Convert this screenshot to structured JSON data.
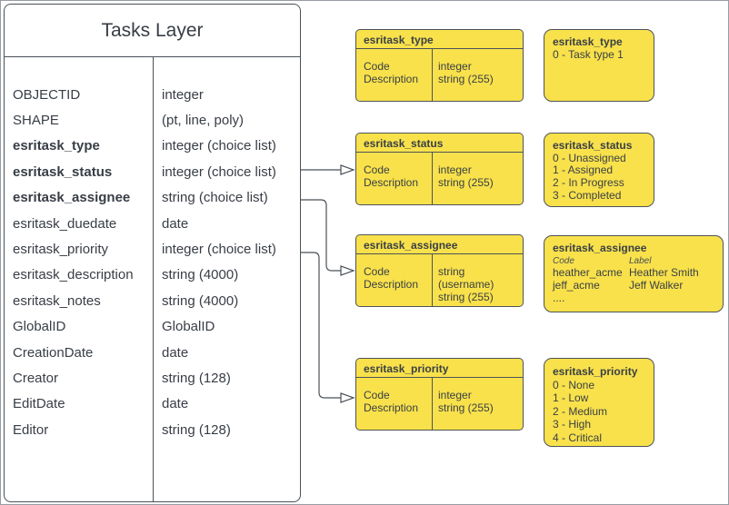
{
  "colors": {
    "node_fill": "#f8e14b",
    "node_border": "#4d5359",
    "text": "#383d45",
    "canvas_border": "#969ca3"
  },
  "tasks_table": {
    "title": "Tasks Layer",
    "fields": [
      {
        "name": "OBJECTID",
        "type": "integer"
      },
      {
        "name": "SHAPE",
        "type": "(pt, line, poly)"
      },
      {
        "name": "esritask_type",
        "type": "integer (choice list)"
      },
      {
        "name": "esritask_status",
        "type": "integer (choice list)"
      },
      {
        "name": "esritask_assignee",
        "type": "string (choice list)"
      },
      {
        "name": "esritask_duedate",
        "type": "date"
      },
      {
        "name": "esritask_priority",
        "type": "integer (choice list)"
      },
      {
        "name": "esritask_description",
        "type": "string (4000)"
      },
      {
        "name": "esritask_notes",
        "type": "string (4000)"
      },
      {
        "name": "GlobalID",
        "type": "GlobalID"
      },
      {
        "name": "CreationDate",
        "type": "date"
      },
      {
        "name": "Creator",
        "type": "string (128)"
      },
      {
        "name": "EditDate",
        "type": "date"
      },
      {
        "name": "Editor",
        "type": "string (128)"
      }
    ]
  },
  "domain_tables": [
    {
      "title": "esritask_type",
      "rows": [
        {
          "label": "Code",
          "type": "integer"
        },
        {
          "label": "Description",
          "type": "string (255)"
        }
      ]
    },
    {
      "title": "esritask_status",
      "rows": [
        {
          "label": "Code",
          "type": "integer"
        },
        {
          "label": "Description",
          "type": "string (255)"
        }
      ]
    },
    {
      "title": "esritask_assignee",
      "rows": [
        {
          "label": "Code",
          "type": "string  (username)"
        },
        {
          "label": "Description",
          "type": "string (255)"
        }
      ]
    },
    {
      "title": "esritask_priority",
      "rows": [
        {
          "label": "Code",
          "type": "integer"
        },
        {
          "label": "Description",
          "type": "string (255)"
        }
      ]
    }
  ],
  "value_lists": [
    {
      "title": "esritask_type",
      "values": [
        "0 - Task type 1"
      ]
    },
    {
      "title": "esritask_status",
      "values": [
        "0 - Unassigned",
        "1 - Assigned",
        "2 - In Progress",
        "3 - Completed"
      ]
    },
    {
      "title": "esritask_assignee",
      "col_code": "Code",
      "col_label": "Label",
      "entries": [
        {
          "code": "heather_acme",
          "label": "Heather Smith"
        },
        {
          "code": "jeff_acme",
          "label": "Jeff Walker"
        }
      ],
      "more": "...."
    },
    {
      "title": "esritask_priority",
      "values": [
        "0 - None",
        "1 - Low",
        "2 - Medium",
        "3 - High",
        "4 - Critical"
      ]
    }
  ]
}
